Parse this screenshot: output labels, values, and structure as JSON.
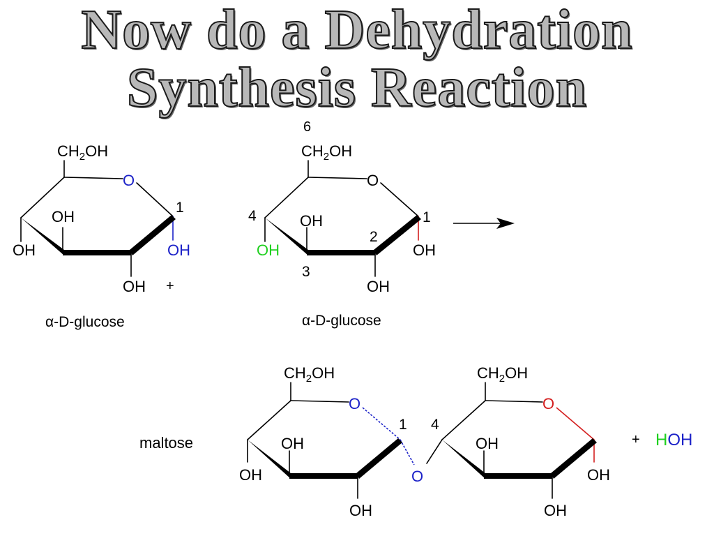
{
  "slide": {
    "title_line1": "Now do a Dehydration",
    "title_line2": "Synthesis Reaction"
  },
  "colors": {
    "bond": "#000000",
    "ring_oxygen_blue": "#1c22c8",
    "ring_oxygen_red": "#d41f1f",
    "hydroxyl_green": "#1fd01f",
    "text": "#000000"
  },
  "glucose_left": {
    "ch2oh": "CH",
    "ch2oh_sub": "2",
    "ch2oh_tail": "OH",
    "ring_oxygen": "O",
    "c1_number": "1",
    "upper_oh": "OH",
    "left_oh": "OH",
    "c1_oh": "OH",
    "bottom_oh": "OH",
    "plus": "+",
    "name_alpha": "α",
    "name_rest": "-D-glucose"
  },
  "glucose_right": {
    "c6_number": "6",
    "ch2oh": "CH",
    "ch2oh_sub": "2",
    "ch2oh_tail": "OH",
    "ring_oxygen": "O",
    "c1_number": "1",
    "c2_number": "2",
    "c3_number": "3",
    "c4_number": "4",
    "upper_oh": "OH",
    "c4_oh": "OH",
    "c1_oh": "OH",
    "bottom_oh": "OH",
    "name_alpha": "α",
    "name_rest": "-D-glucose"
  },
  "maltose": {
    "label": "maltose",
    "left_ch2oh": "CH",
    "left_ch2oh_sub": "2",
    "left_ch2oh_tail": "OH",
    "left_ring_oxygen": "O",
    "left_upper_oh": "OH",
    "left_side_oh": "OH",
    "left_bottom_oh": "OH",
    "c1_number": "1",
    "c4_number": "4",
    "bridge_oxygen": "O",
    "right_ch2oh": "CH",
    "right_ch2oh_sub": "2",
    "right_ch2oh_tail": "OH",
    "right_ring_oxygen": "O",
    "right_upper_oh": "OH",
    "right_side_oh": "OH",
    "right_bottom_oh": "OH",
    "plus": "+",
    "water_h": "H",
    "water_oh": "OH"
  }
}
